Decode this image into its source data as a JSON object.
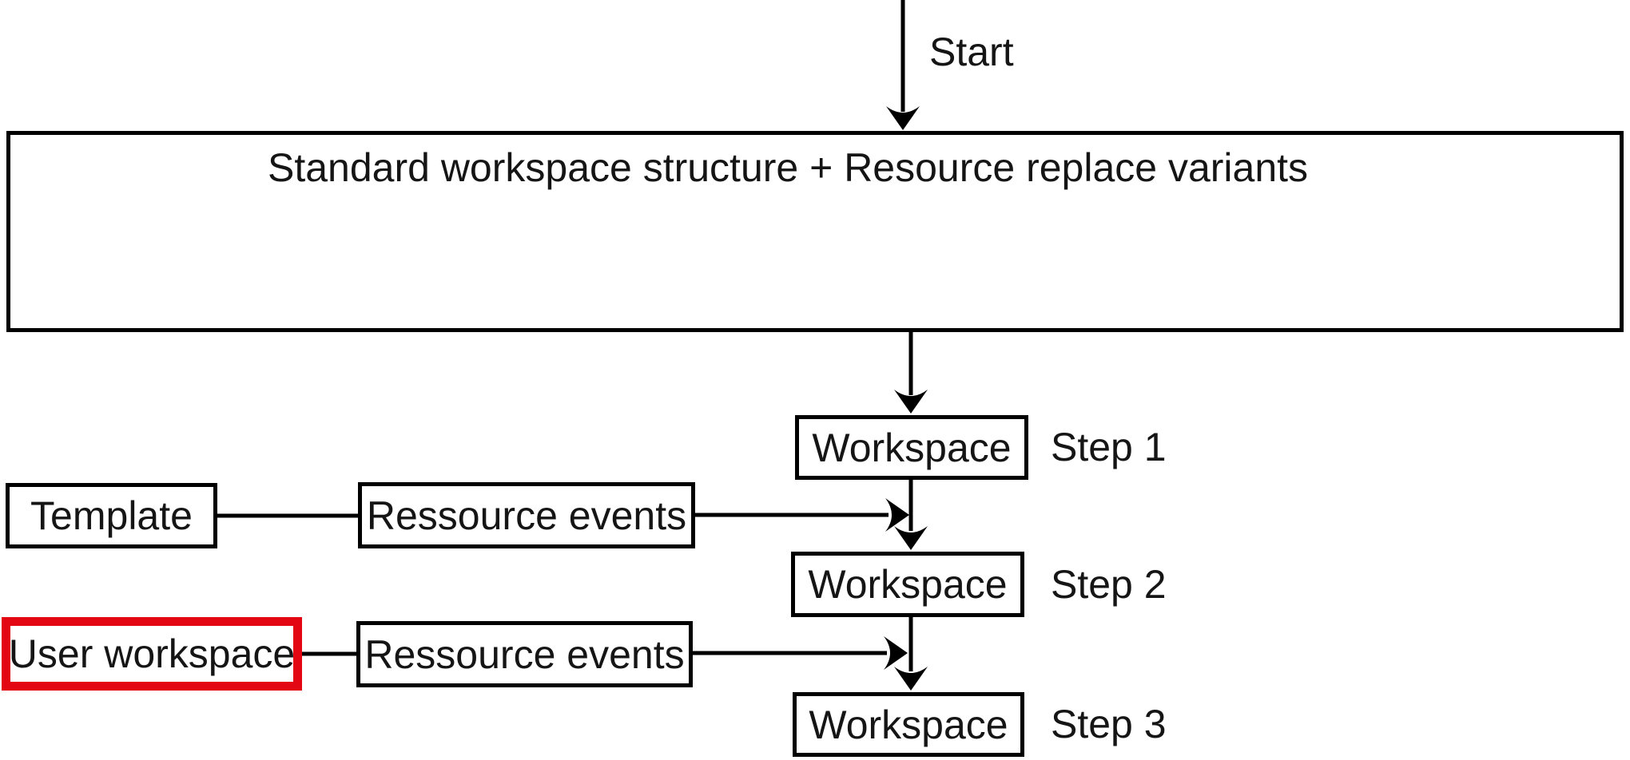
{
  "diagram": {
    "labels": {
      "start": "Start",
      "main_box": "Standard workspace structure + Resource replace variants",
      "template": "Template",
      "user_workspace": "User workspace",
      "ressource_events_top": "Ressource events",
      "ressource_events_bottom": "Ressource events"
    },
    "steps": [
      {
        "box": "Workspace",
        "step": "Step 1"
      },
      {
        "box": "Workspace",
        "step": "Step 2"
      },
      {
        "box": "Workspace",
        "step": "Step 3"
      }
    ],
    "colors": {
      "line": "#000000",
      "text": "#151515",
      "highlight": "#e30613",
      "box_fill": "#ffffff",
      "background": "#ffffff"
    }
  }
}
